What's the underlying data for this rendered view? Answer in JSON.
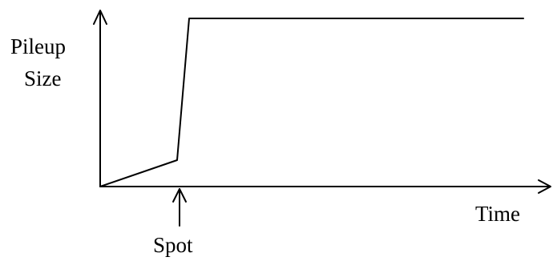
{
  "labels": {
    "y_axis_line1": "Pileup",
    "y_axis_line2": "Size",
    "x_axis": "Time",
    "spot": "Spot"
  },
  "colors": {
    "ink": "#000000",
    "background": "#ffffff"
  }
}
